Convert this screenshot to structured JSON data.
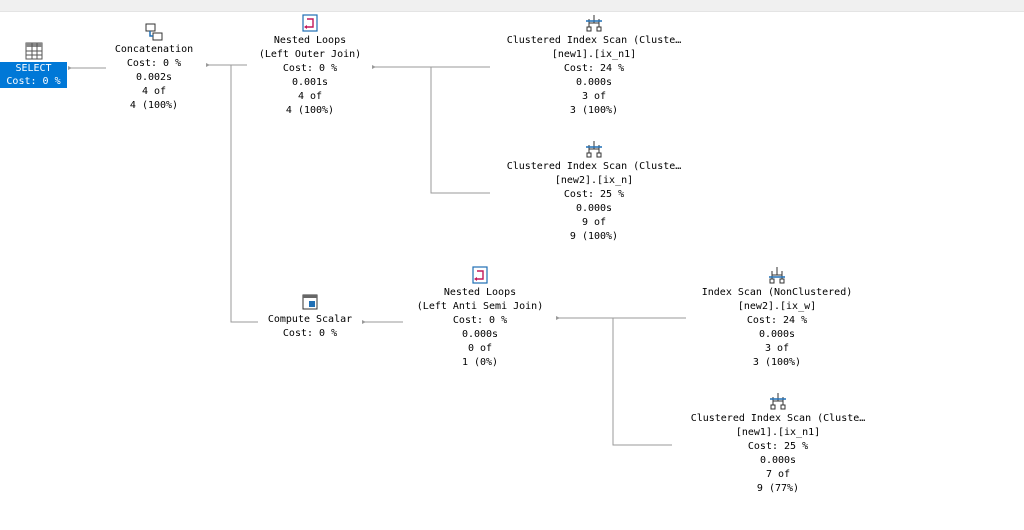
{
  "colors": {
    "selection": "#0078d7",
    "edge": "#9a9a9a",
    "icon": "#1f6fb5",
    "join_icon": "#c2185b"
  },
  "nodes": {
    "select": {
      "title": "SELECT",
      "cost": "Cost: 0 %"
    },
    "concat": {
      "title": "Concatenation",
      "cost": "Cost: 0 %",
      "time": "0.002s",
      "rows": "4 of",
      "pct": "4 (100%)"
    },
    "nl1": {
      "title": "Nested Loops",
      "sub": "(Left Outer Join)",
      "cost": "Cost: 0 %",
      "time": "0.001s",
      "rows": "4 of",
      "pct": "4 (100%)"
    },
    "cis1": {
      "title": "Clustered Index Scan (Cluste…",
      "obj": "[new1].[ix_n1]",
      "cost": "Cost: 24 %",
      "time": "0.000s",
      "rows": "3 of",
      "pct": "3 (100%)"
    },
    "cis2": {
      "title": "Clustered Index Scan (Cluste…",
      "obj": "[new2].[ix_n]",
      "cost": "Cost: 25 %",
      "time": "0.000s",
      "rows": "9 of",
      "pct": "9 (100%)"
    },
    "cs": {
      "title": "Compute Scalar",
      "cost": "Cost: 0 %"
    },
    "nl2": {
      "title": "Nested Loops",
      "sub": "(Left Anti Semi Join)",
      "cost": "Cost: 0 %",
      "time": "0.000s",
      "rows": "0 of",
      "pct": "1 (0%)"
    },
    "is": {
      "title": "Index Scan (NonClustered)",
      "obj": "[new2].[ix_w]",
      "cost": "Cost: 24 %",
      "time": "0.000s",
      "rows": "3 of",
      "pct": "3 (100%)"
    },
    "cis3": {
      "title": "Clustered Index Scan (Cluste…",
      "obj": "[new1].[ix_n1]",
      "cost": "Cost: 25 %",
      "time": "0.000s",
      "rows": "7 of",
      "pct": "9 (77%)"
    }
  }
}
